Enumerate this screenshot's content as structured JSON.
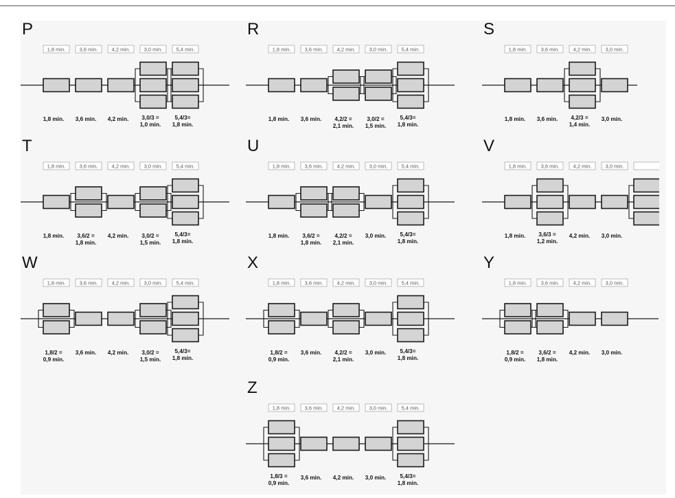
{
  "diagrams": [
    {
      "letter": "P",
      "stages": [
        {
          "cap": "1,8 min.",
          "count": 1,
          "res": [
            "1,8 min."
          ]
        },
        {
          "cap": "3,6 min.",
          "count": 1,
          "res": [
            "3,6 min."
          ]
        },
        {
          "cap": "4,2 min.",
          "count": 1,
          "res": [
            "4,2 min."
          ]
        },
        {
          "cap": "3,0 min.",
          "count": 3,
          "res": [
            "3,0/3 =",
            "1,0 min."
          ]
        },
        {
          "cap": "5,4 min.",
          "count": 3,
          "res": [
            "5,4/3=",
            "1,8 min."
          ]
        }
      ]
    },
    {
      "letter": "R",
      "stages": [
        {
          "cap": "1,8 min.",
          "count": 1,
          "res": [
            "1,8 min."
          ]
        },
        {
          "cap": "3,6 min.",
          "count": 1,
          "res": [
            "3,6 min."
          ]
        },
        {
          "cap": "4,2 min.",
          "count": 2,
          "res": [
            "4,2/2 =",
            "2,1 min."
          ]
        },
        {
          "cap": "3,0 min.",
          "count": 2,
          "res": [
            "3,0/2 =",
            "1,5 min."
          ]
        },
        {
          "cap": "5,4 min.",
          "count": 3,
          "res": [
            "5,4/3=",
            "1,8 min."
          ]
        }
      ]
    },
    {
      "letter": "S",
      "stages": [
        {
          "cap": "1,8 min.",
          "count": 1,
          "res": [
            "1,8 min."
          ]
        },
        {
          "cap": "3,6 min.",
          "count": 1,
          "res": [
            "3,6 min."
          ]
        },
        {
          "cap": "4,2 min.",
          "count": 3,
          "res": [
            "4,2/3 =",
            "1,4 min."
          ]
        },
        {
          "cap": "3,0 min.",
          "count": 1,
          "res": [
            "3,0 min."
          ]
        }
      ]
    },
    {
      "letter": "T",
      "stages": [
        {
          "cap": "1,8 min.",
          "count": 1,
          "res": [
            "1,8 min."
          ]
        },
        {
          "cap": "3,6 min.",
          "count": 2,
          "res": [
            "3,6/2 =",
            "1,8 min."
          ]
        },
        {
          "cap": "4,2 min.",
          "count": 1,
          "res": [
            "4,2 min."
          ]
        },
        {
          "cap": "3,0 min.",
          "count": 2,
          "res": [
            "3,0/2 =",
            "1,5 min."
          ]
        },
        {
          "cap": "5,4 min.",
          "count": 3,
          "res": [
            "5,4/3=",
            "1,8 min."
          ]
        }
      ]
    },
    {
      "letter": "U",
      "stages": [
        {
          "cap": "1,8 min.",
          "count": 1,
          "res": [
            "1,8 min."
          ]
        },
        {
          "cap": "3,6 min.",
          "count": 2,
          "res": [
            "3,6/2 =",
            "1,8 min."
          ]
        },
        {
          "cap": "4,2 min.",
          "count": 2,
          "res": [
            "4,2/2 =",
            "2,1 min."
          ]
        },
        {
          "cap": "3,0 min.",
          "count": 1,
          "res": [
            "3,0 min."
          ]
        },
        {
          "cap": "5,4 min.",
          "count": 3,
          "res": [
            "5,4/3=",
            "1,8 min."
          ]
        }
      ]
    },
    {
      "letter": "V",
      "stages": [
        {
          "cap": "1,8 min.",
          "count": 1,
          "res": [
            "1,8 min."
          ]
        },
        {
          "cap": "3,6 min.",
          "count": 3,
          "res": [
            "3,6/3 =",
            "1,2 min."
          ]
        },
        {
          "cap": "4,2 min.",
          "count": 1,
          "res": [
            "4,2 min."
          ]
        },
        {
          "cap": "3,0 min.",
          "count": 1,
          "res": [
            "3,0 min."
          ]
        },
        {
          "cap": "",
          "count": 3,
          "res": []
        }
      ]
    },
    {
      "letter": "W",
      "stages": [
        {
          "cap": "1,8 min.",
          "count": 2,
          "res": [
            "1,8/2 =",
            "0,9 min."
          ]
        },
        {
          "cap": "3,6 min.",
          "count": 1,
          "res": [
            "3,6 min."
          ]
        },
        {
          "cap": "4,2 min.",
          "count": 1,
          "res": [
            "4,2 min."
          ]
        },
        {
          "cap": "3,0 min.",
          "count": 2,
          "res": [
            "3,0/2 =",
            "1,5 min."
          ]
        },
        {
          "cap": "5,4 min.",
          "count": 3,
          "res": [
            "5,4/3=",
            "1,8 min."
          ]
        }
      ]
    },
    {
      "letter": "X",
      "stages": [
        {
          "cap": "1,8 min.",
          "count": 2,
          "res": [
            "1,8/2 =",
            "0,9 min."
          ]
        },
        {
          "cap": "3,6 min.",
          "count": 1,
          "res": [
            "3,6 min."
          ]
        },
        {
          "cap": "4,2 min.",
          "count": 2,
          "res": [
            "4,2/2 =",
            "2,1 min."
          ]
        },
        {
          "cap": "3,0 min.",
          "count": 1,
          "res": [
            "3,0 min."
          ]
        },
        {
          "cap": "5,4 min.",
          "count": 3,
          "res": [
            "5,4/3=",
            "1,8 min."
          ]
        }
      ]
    },
    {
      "letter": "Y",
      "stages": [
        {
          "cap": "1,8 min.",
          "count": 2,
          "res": [
            "1,8/2 =",
            "0,9 min."
          ]
        },
        {
          "cap": "3,6 min.",
          "count": 2,
          "res": [
            "3,6/2 =",
            "1,8 min."
          ]
        },
        {
          "cap": "4,2 min.",
          "count": 1,
          "res": [
            "4,2 min."
          ]
        },
        {
          "cap": "3,0 min.",
          "count": 1,
          "res": [
            "3,0 min."
          ]
        }
      ]
    },
    {
      "letter": "Z",
      "stages": [
        {
          "cap": "1,8 min.",
          "count": 3,
          "res": [
            "1,8/3 =",
            "0,9 min."
          ]
        },
        {
          "cap": "3,6 min.",
          "count": 1,
          "res": [
            "3,6 min."
          ]
        },
        {
          "cap": "4,2 min.",
          "count": 1,
          "res": [
            "4,2 min."
          ]
        },
        {
          "cap": "3,0 min.",
          "count": 1,
          "res": [
            "3,0 min."
          ]
        },
        {
          "cap": "5,4 min.",
          "count": 3,
          "res": [
            "5,4/3=",
            "1,8 min."
          ]
        }
      ]
    }
  ],
  "colors": {
    "box_fill": "#d4d4d4",
    "box_stroke": "#1a1a1a",
    "line": "#1a1a1a",
    "caption_text": "#555555",
    "caption_border": "#aaaaaa",
    "result_text": "#111111",
    "panel_bg": "#f6f6f6"
  }
}
